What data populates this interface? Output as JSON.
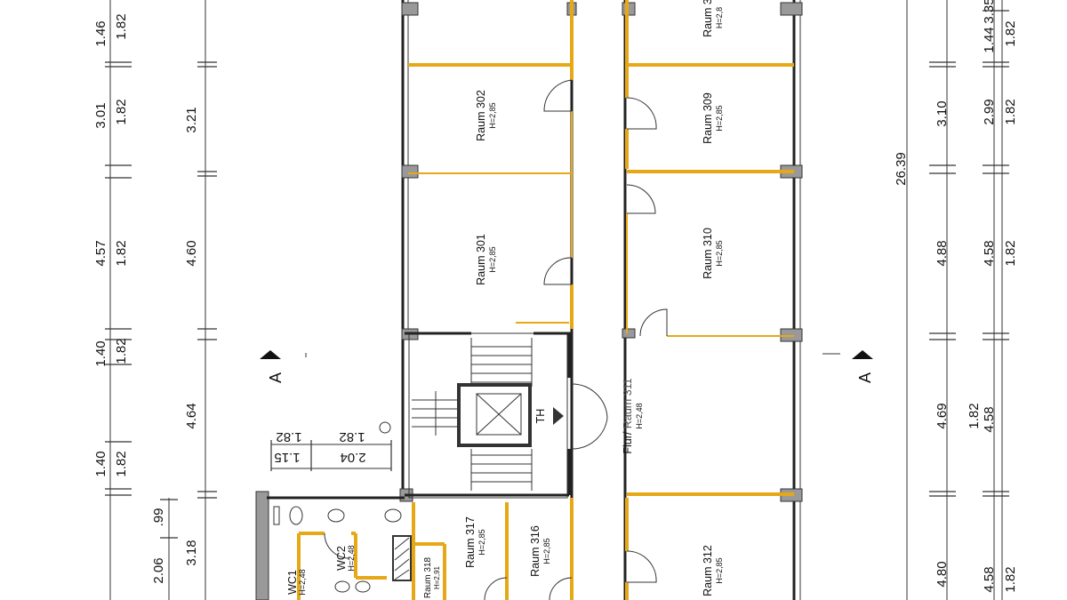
{
  "plan": {
    "dims_outer_left": [
      "1.46",
      "3.01",
      "4.57",
      "1.40",
      "1.40",
      "2.06",
      ".99"
    ],
    "dims_inner_left": [
      "1.82",
      "1.82",
      "1.82",
      "1.82",
      "1.82"
    ],
    "dims_mid_left": [
      "3.21",
      "4.60",
      "4.64",
      "3.18"
    ],
    "dims_wc": [
      "1.82",
      "1.82",
      "1.15",
      "2.04"
    ],
    "dims_right_mid": [
      "3.10",
      "4.88",
      "4.69",
      "4.80",
      "1.82"
    ],
    "dims_right_outer": [
      "3.35",
      "1.44",
      "2.99",
      "4.58",
      "4.58",
      "4.58"
    ],
    "dims_right_inner": [
      "1.82",
      "1.82",
      "1.82",
      "1.82"
    ],
    "total": "26.39",
    "section_marker": "A",
    "rooms": {
      "r301": {
        "name": "Raum 301",
        "height": "H=2,85"
      },
      "r302": {
        "name": "Raum 302",
        "height": "H=2,85"
      },
      "r308": {
        "name": "Raum 3",
        "height": "H=2,8"
      },
      "r309": {
        "name": "Raum 309",
        "height": "H=2,85"
      },
      "r310": {
        "name": "Raum 310",
        "height": "H=2,85"
      },
      "r311": {
        "name_a": "Flur/",
        "name_b": "Raum 311",
        "height": "H=2,48"
      },
      "r312": {
        "name": "Raum 312",
        "height": "H=2,85"
      },
      "r316": {
        "name": "Raum 316",
        "height": "H=2,85"
      },
      "r317": {
        "name": "Raum 317",
        "height": "H=2,85"
      },
      "r318": {
        "name": "Raum 318",
        "height": "H=2,91"
      },
      "wc1": {
        "name": "WC1",
        "height": "H=2,48"
      },
      "wc2": {
        "name": "WC2",
        "height": "H=2,48"
      }
    },
    "stair_label": "TH"
  }
}
